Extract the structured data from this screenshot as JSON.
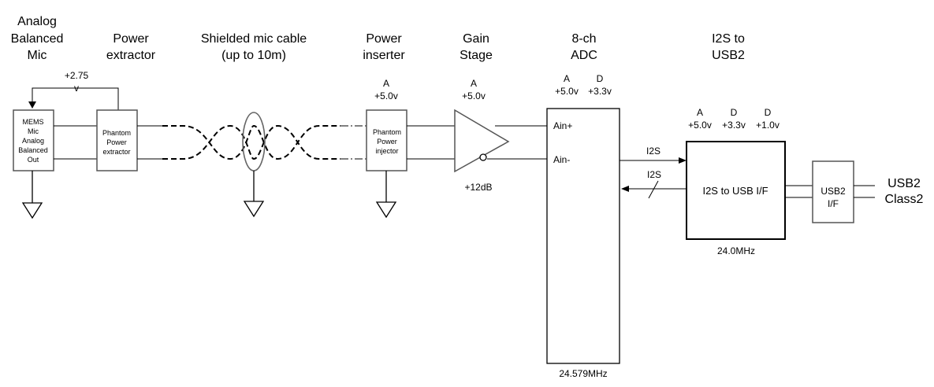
{
  "headers": {
    "mic": [
      "Analog",
      "Balanced",
      "Mic"
    ],
    "extractor": [
      "Power",
      "extractor"
    ],
    "cable": [
      "Shielded mic cable",
      "(up to 10m)"
    ],
    "inserter": [
      "Power",
      "inserter"
    ],
    "gain": [
      "Gain",
      "Stage"
    ],
    "adc": [
      "8-ch",
      "ADC"
    ],
    "i2s_usb": [
      "I2S to",
      "USB2"
    ]
  },
  "rails": {
    "feedback": [
      "+2.75",
      "v"
    ],
    "inserter": [
      "A",
      "+5.0v"
    ],
    "gain": [
      "A",
      "+5.0v"
    ],
    "adc_a": [
      "A",
      "+5.0v"
    ],
    "adc_d": [
      "D",
      "+3.3v"
    ],
    "usb_a": [
      "A",
      "+5.0v"
    ],
    "usb_d1": [
      "D",
      "+3.3v"
    ],
    "usb_d2": [
      "D",
      "+1.0v"
    ]
  },
  "blocks": {
    "mems": [
      "MEMS",
      "Mic",
      "Analog",
      "Balanced",
      "Out"
    ],
    "phantom_extractor": [
      "Phantom",
      "Power",
      "extractor"
    ],
    "phantom_injector": [
      "Phantom",
      "Power",
      "injector"
    ],
    "adc_in_plus": "Ain+",
    "adc_in_minus": "Ain-",
    "i2s_usb_if": "I2S to USB I/F",
    "usb2_if": [
      "USB2",
      "I/F"
    ]
  },
  "labels": {
    "gain_value": "+12dB",
    "i2s_out": "I2S",
    "i2s_in": "I2S",
    "adc_clock": "24.579MHz",
    "usb_clock": "24.0MHz",
    "usb_output": [
      "USB2",
      "Class2"
    ]
  }
}
